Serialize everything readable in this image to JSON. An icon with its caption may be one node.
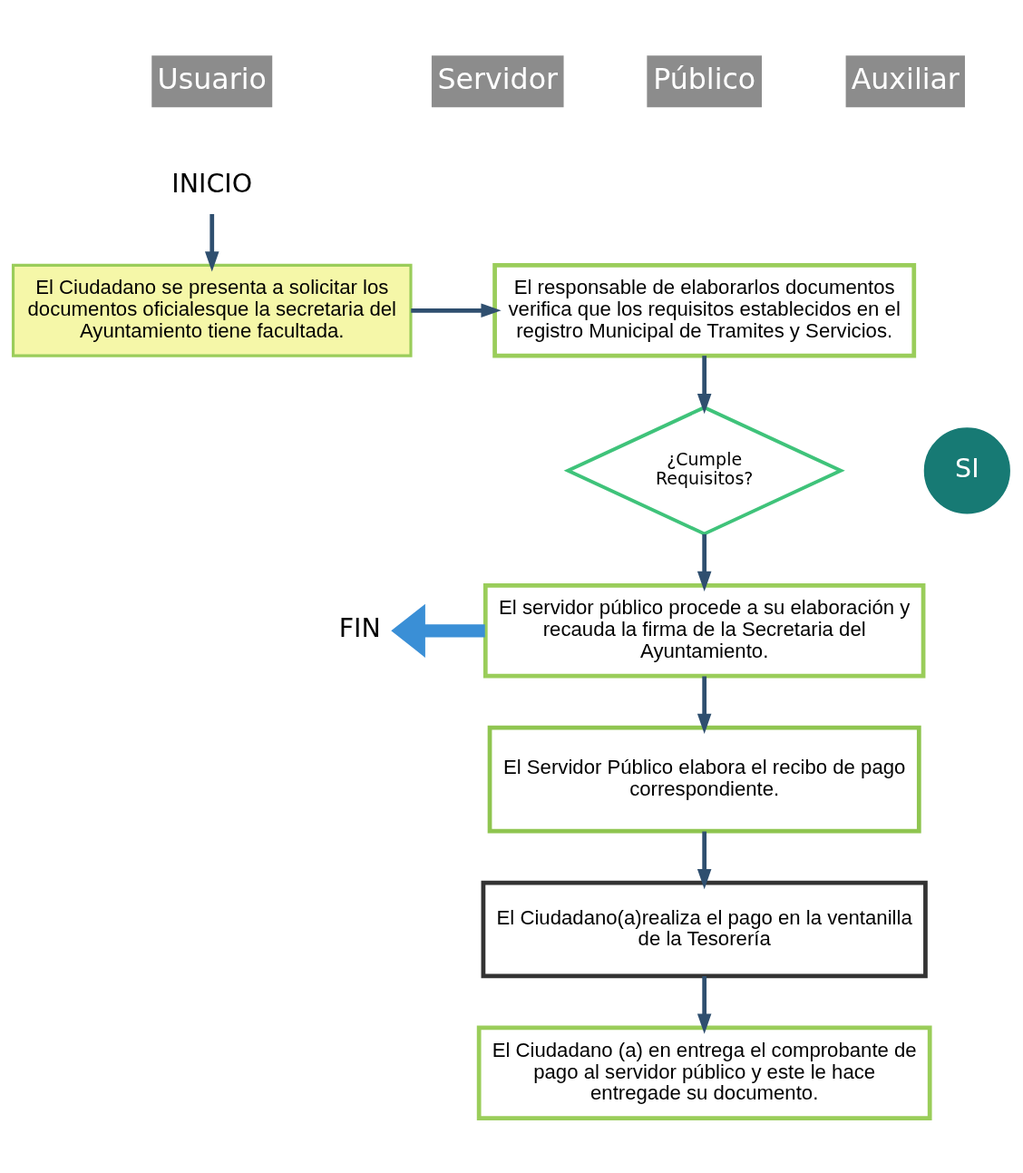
{
  "diagram": {
    "nodes": [
      {
        "text": [
          "INICIO"
        ]
      },
      {
        "text": [
          "El Ciudadano se presenta a solicitar los documentos oficialesque la secretaria del Ayuntamiento tiene facultada."
        ]
      },
      {
        "text": [
          "El responsable de elaborarlos documentos verifica que los requisitos establecidos en el registro Municipal de Tramites y Servicios."
        ]
      },
      {
        "text": [
          "¿Cumple Requisitos?"
        ]
      },
      {
        "text": [
          "SI"
        ]
      },
      {
        "text": [
          "El servidor público procede a su elaboración y recauda la firma de la Secretaria del Ayuntamiento."
        ]
      },
      {
        "text": [
          "FIN"
        ]
      },
      {
        "text": [
          "El Servidor Público elabora el recibo de pago correspondiente."
        ]
      },
      {
        "text": [
          "El Ciudadano(a)realiza el pago en la ventanilla de la Tesorería"
        ]
      },
      {
        "text": [
          "El Ciudadano (a) en entrega el comprobante de pago al servidor público y este le hace entregade su documento."
        ]
      }
    ],
    "edges": [
      {
        "from": 0,
        "to": 1,
        "arrow": "to"
      },
      {
        "from": 1,
        "to": 2,
        "arrow": "to"
      },
      {
        "from": 2,
        "to": 3,
        "arrow": "to"
      },
      {
        "from": 3,
        "to": 5,
        "arrow": "to"
      },
      {
        "from": 5,
        "to": 6,
        "arrow": "to",
        "style": "thick",
        "color": "#3a8fd6"
      },
      {
        "from": 5,
        "to": 7,
        "arrow": "to"
      },
      {
        "from": 7,
        "to": 8,
        "arrow": "to"
      },
      {
        "from": 8,
        "to": 9,
        "arrow": "to"
      }
    ],
    "labels": [
      "Usuario",
      "Servidor",
      "Público",
      "Auxiliar"
    ]
  }
}
